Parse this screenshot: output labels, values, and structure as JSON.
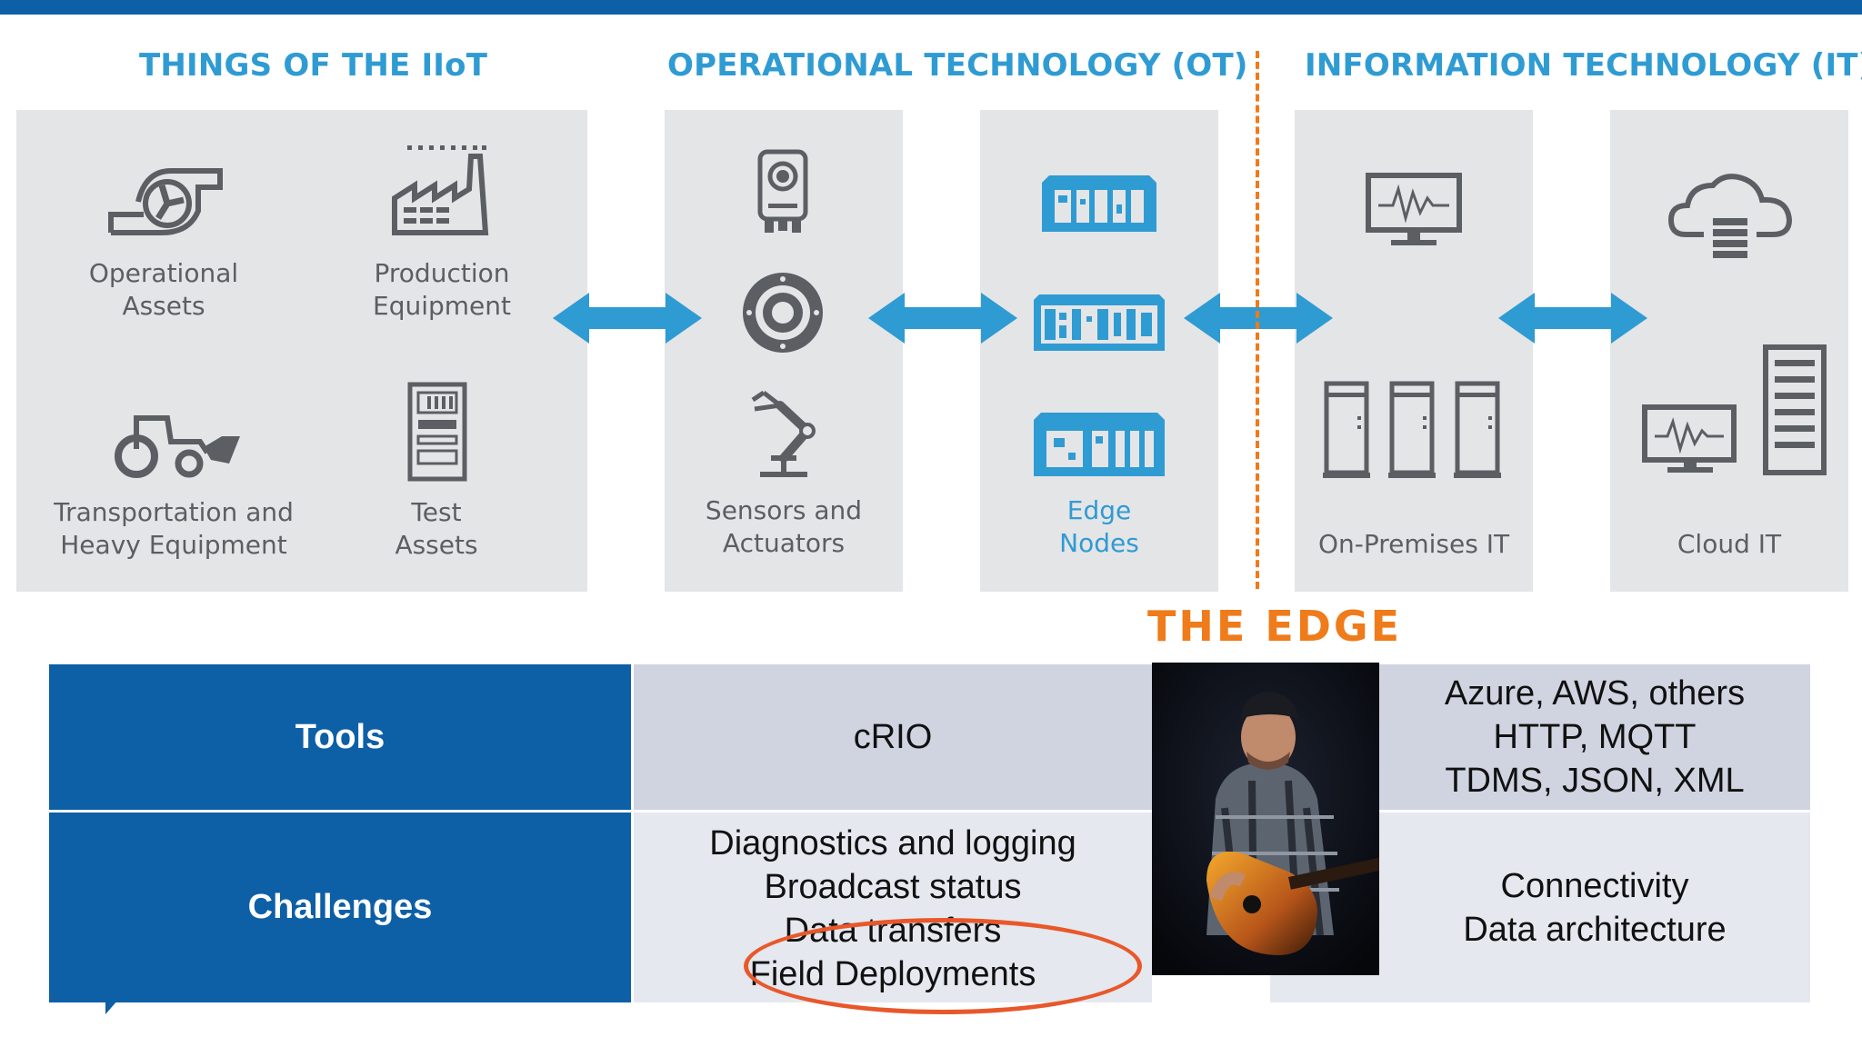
{
  "sections": {
    "iiot": "THINGS OF THE IIoT",
    "ot": "OPERATIONAL TECHNOLOGY (OT)",
    "it": "INFORMATION TECHNOLOGY (IT)"
  },
  "iiot_items": {
    "operational_assets": "Operational\nAssets",
    "production_equipment": "Production\nEquipment",
    "transportation": "Transportation and\nHeavy Equipment",
    "test_assets": "Test\nAssets"
  },
  "ot_items": {
    "sensors": "Sensors and\nActuators",
    "edge_nodes": "Edge\nNodes"
  },
  "it_items": {
    "on_premises": "On-Premises IT",
    "cloud": "Cloud IT"
  },
  "edge_label": "THE EDGE",
  "table": {
    "tools_header": "Tools",
    "challenges_header": "Challenges",
    "tools_ot": "cRIO",
    "tools_it": [
      "Azure, AWS, others",
      "HTTP, MQTT",
      "TDMS, JSON, XML"
    ],
    "challenges_ot": [
      "Diagnostics and logging",
      "Broadcast status",
      "Data transfers",
      "Field Deployments"
    ],
    "challenges_it": [
      "Connectivity",
      "Data architecture"
    ]
  },
  "colors": {
    "header_blue": "#0d5fa6",
    "accent_blue": "#2f9bd3",
    "edge_orange": "#ef7b1a",
    "highlight_orange": "#e8582a"
  }
}
